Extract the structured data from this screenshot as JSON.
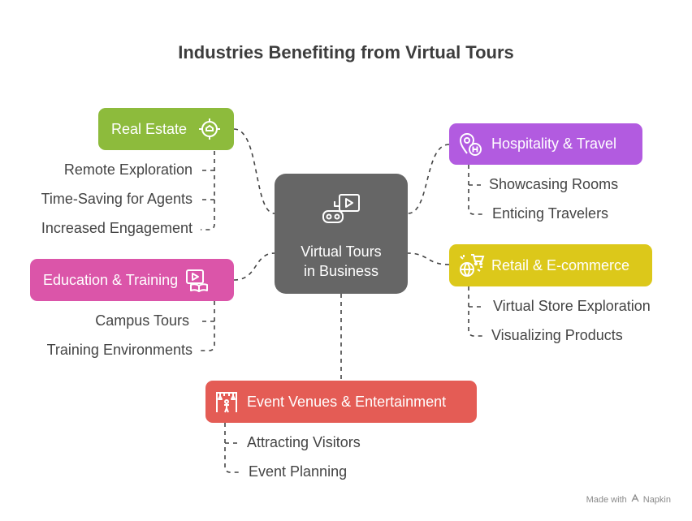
{
  "title": "Industries Benefiting from Virtual Tours",
  "center": {
    "line1": "Virtual Tours",
    "line2": "in Business",
    "color": "#666666",
    "icon": "vr-headset-screen-icon"
  },
  "nodes": [
    {
      "id": "real-estate",
      "label": "Real Estate",
      "color": "#8DBB3C",
      "icon": "home-target-icon",
      "items": [
        "Remote Exploration",
        "Time-Saving for Agents",
        "Increased Engagement"
      ]
    },
    {
      "id": "hospitality",
      "label": "Hospitality & Travel",
      "color": "#B25BE0",
      "icon": "location-hotel-icon",
      "items": [
        "Showcasing Rooms",
        "Enticing Travelers"
      ]
    },
    {
      "id": "education",
      "label": "Education & Training",
      "color": "#DB55A9",
      "icon": "video-book-icon",
      "items": [
        "Campus Tours",
        "Training Environments"
      ]
    },
    {
      "id": "retail",
      "label": "Retail & E-commerce",
      "color": "#DCC81A",
      "icon": "globe-cart-icon",
      "items": [
        "Virtual Store Exploration",
        "Visualizing Products"
      ]
    },
    {
      "id": "events",
      "label": "Event Venues & Entertainment",
      "color": "#E45C55",
      "icon": "stage-performer-icon",
      "items": [
        "Attracting Visitors",
        "Event Planning"
      ]
    }
  ],
  "footer": {
    "made_with": "Made with",
    "brand": "Napkin"
  }
}
